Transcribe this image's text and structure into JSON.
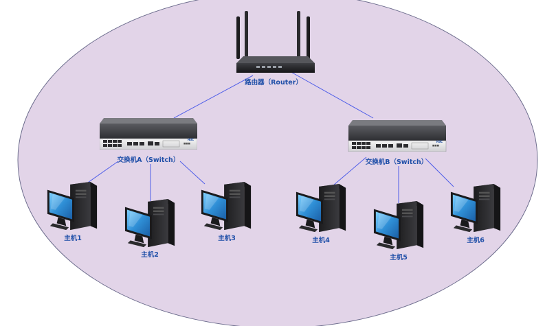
{
  "diagram": {
    "colors": {
      "background_ellipse": "#e2d4e8",
      "ellipse_border": "#6e6e8e",
      "link_line": "#4f5ee8",
      "label_text": "#1f4fa8",
      "device_dark": "#2b2b2e",
      "monitor_screen": "#2f8fd6"
    },
    "router": {
      "label": "路由器（Router）",
      "icon": "router-icon"
    },
    "switches": [
      {
        "id": "A",
        "label": "交换机A（Switch）",
        "icon": "switch-icon"
      },
      {
        "id": "B",
        "label": "交换机B（Switch）",
        "icon": "switch-icon"
      }
    ],
    "hosts": [
      {
        "label": "主机1",
        "switch": "A",
        "icon": "desktop-computer-icon"
      },
      {
        "label": "主机2",
        "switch": "A",
        "icon": "desktop-computer-icon"
      },
      {
        "label": "主机3",
        "switch": "A",
        "icon": "desktop-computer-icon"
      },
      {
        "label": "主机4",
        "switch": "B",
        "icon": "desktop-computer-icon"
      },
      {
        "label": "主机5",
        "switch": "B",
        "icon": "desktop-computer-icon"
      },
      {
        "label": "主机6",
        "switch": "B",
        "icon": "desktop-computer-icon"
      }
    ]
  }
}
